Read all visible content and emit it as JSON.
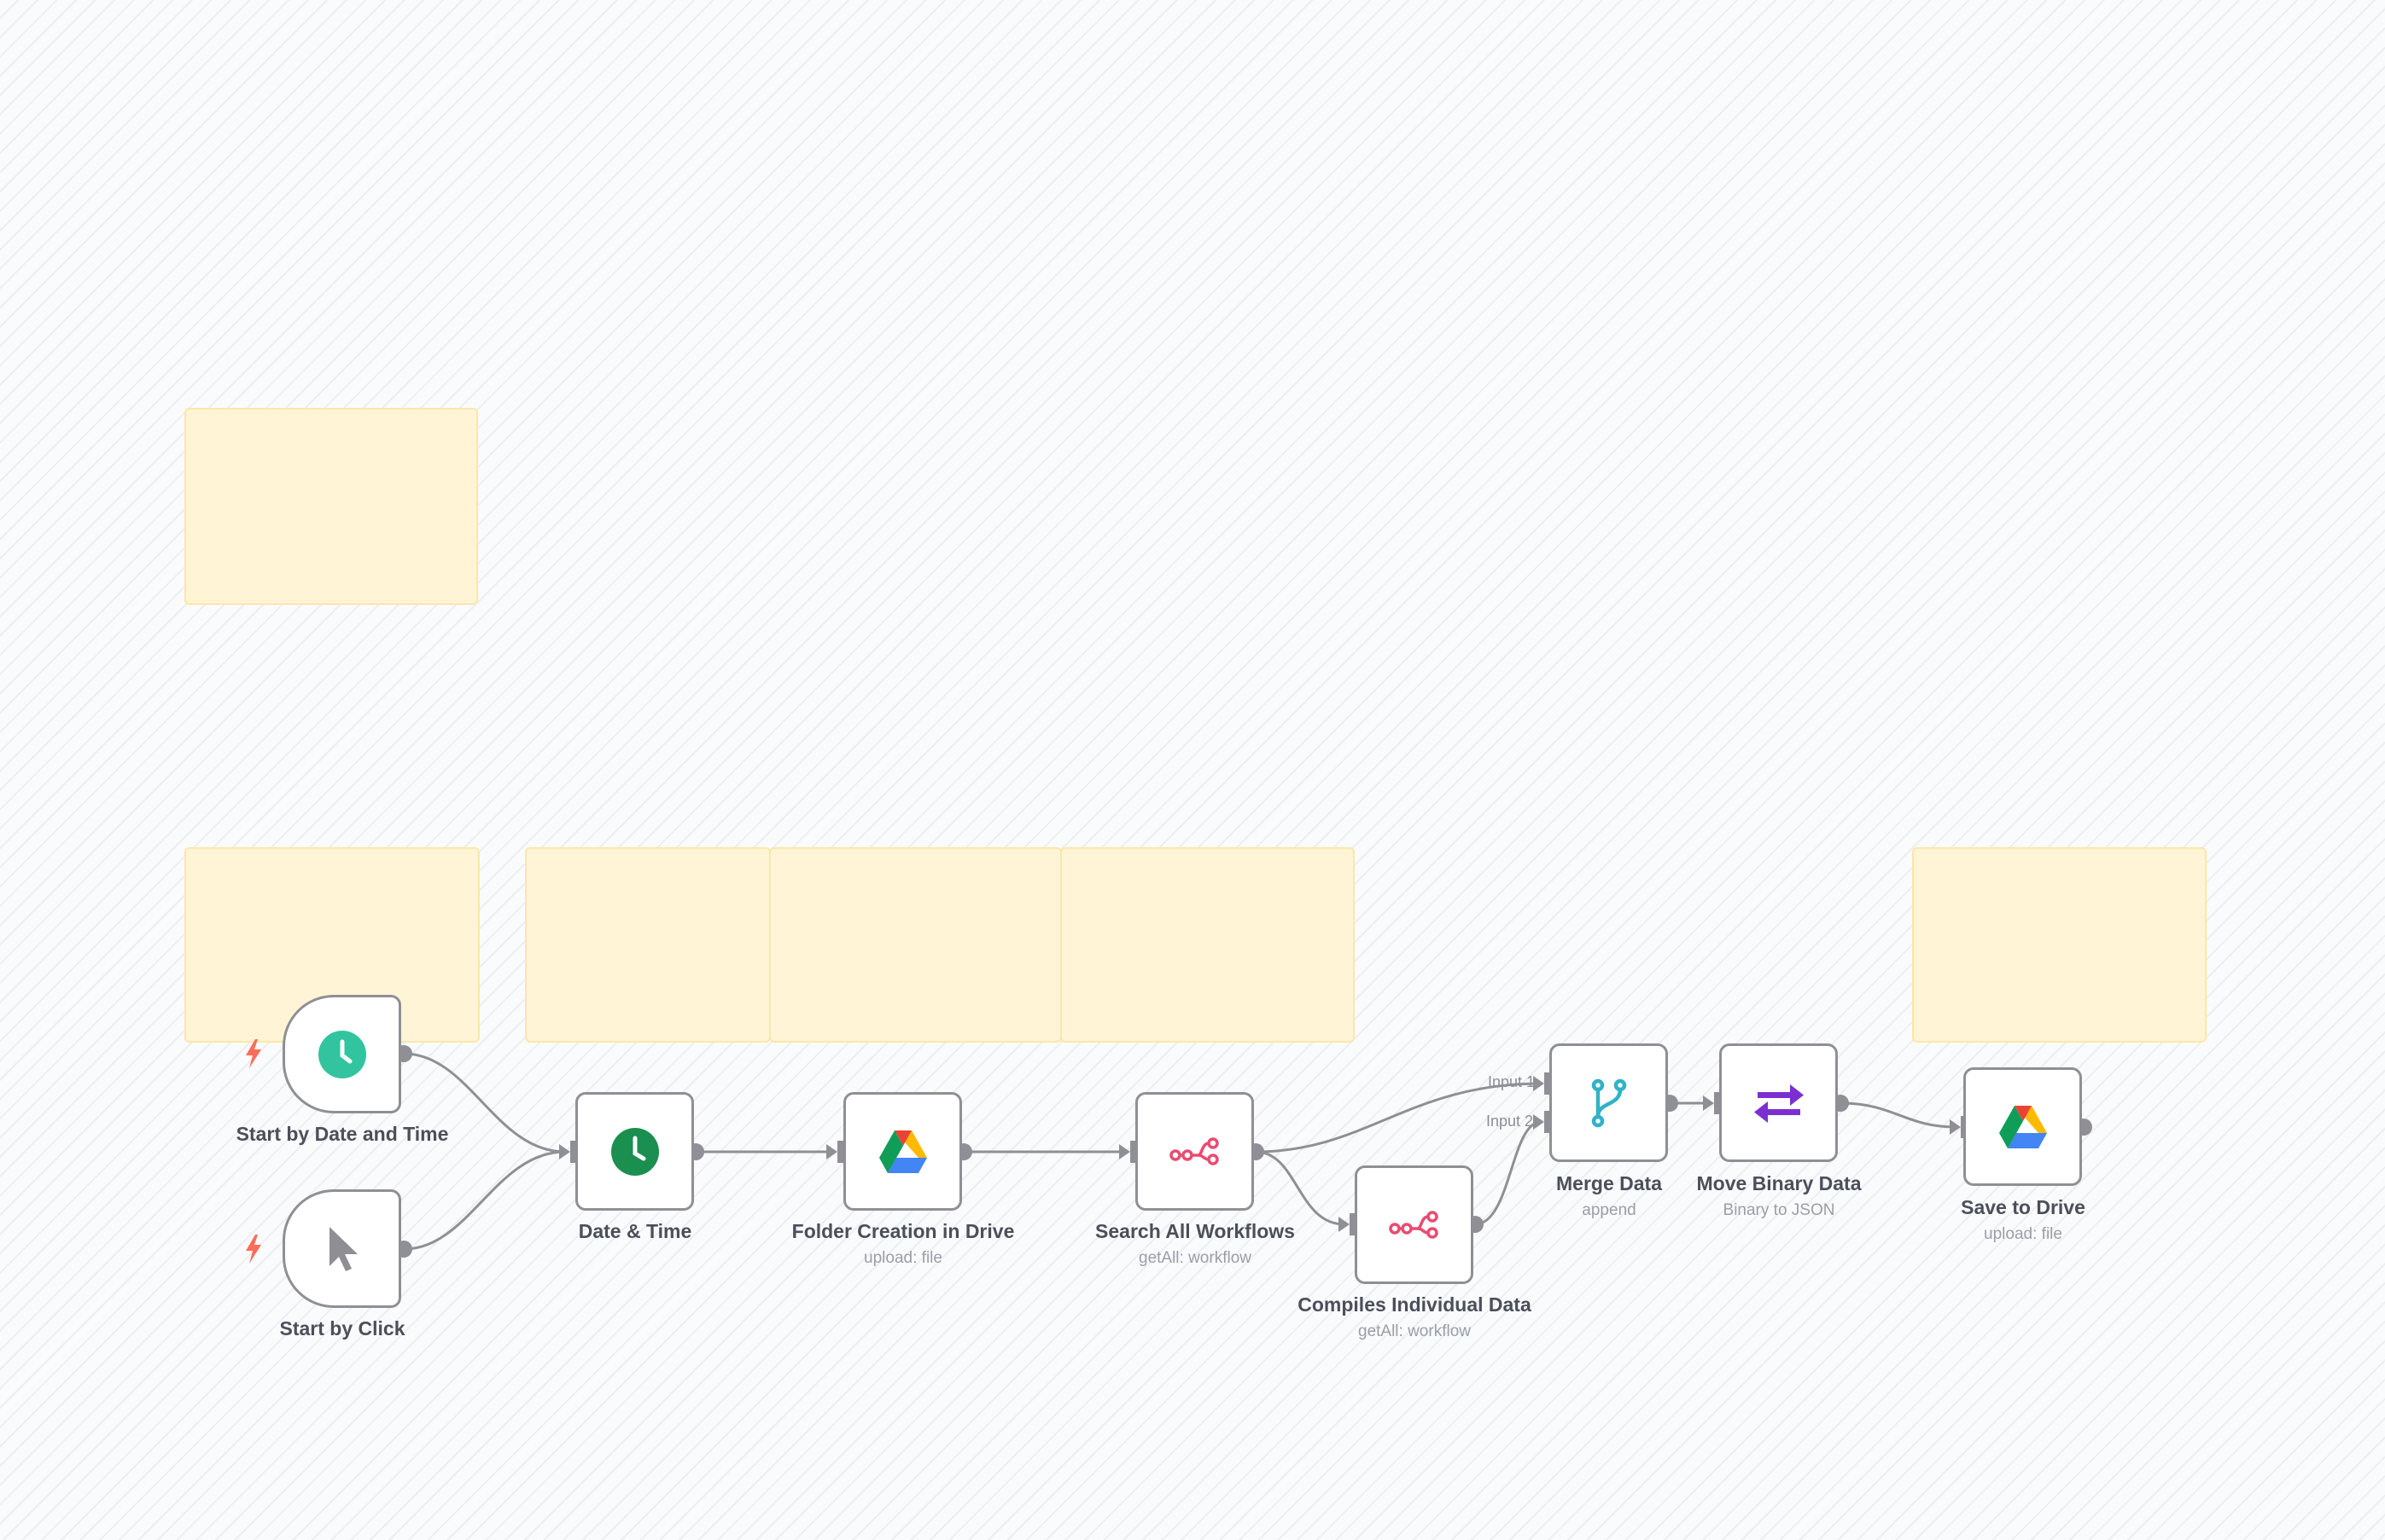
{
  "canvas": {
    "background": "#fafbfc"
  },
  "colors": {
    "sticky_fill": "#fff5d6",
    "node_border": "#8f8f95",
    "edge": "#8f8f95",
    "trigger_bolt": "#ff6d5a",
    "schedule_green_light": "#31c49f",
    "schedule_green_dark": "#1a8f4f",
    "n8n_pink": "#ea4b71",
    "merge_cyan": "#2fb3c6",
    "convert_purple": "#7c2fd1"
  },
  "nodes": {
    "start_schedule": {
      "title": "Start by Date and Time",
      "icon": "clock-icon"
    },
    "start_click": {
      "title": "Start by Click",
      "icon": "cursor-icon"
    },
    "date_time": {
      "title": "Date & Time",
      "icon": "clock-icon"
    },
    "folder_drive": {
      "title": "Folder Creation in Drive",
      "subtitle": "upload: file",
      "icon": "google-drive-icon"
    },
    "search_workflows": {
      "title": "Search All Workflows",
      "subtitle": "getAll: workflow",
      "icon": "n8n-icon"
    },
    "compiles_data": {
      "title": "Compiles Individual Data",
      "subtitle": "getAll: workflow",
      "icon": "n8n-icon"
    },
    "merge_data": {
      "title": "Merge Data",
      "subtitle": "append",
      "icon": "merge-icon",
      "input1": "Input 1",
      "input2": "Input 2"
    },
    "move_binary": {
      "title": "Move Binary Data",
      "subtitle": "Binary to JSON",
      "icon": "arrows-swap-icon"
    },
    "save_drive": {
      "title": "Save to Drive",
      "subtitle": "upload: file",
      "icon": "google-drive-icon"
    }
  }
}
